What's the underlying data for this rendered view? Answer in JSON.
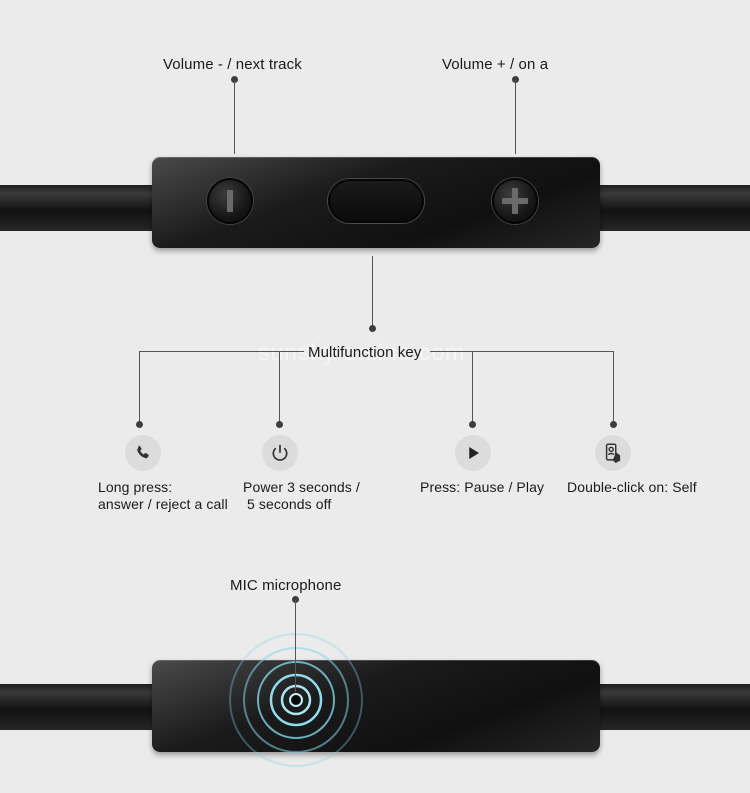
{
  "labels": {
    "vol_down": "Volume - / next track",
    "vol_up": "Volume + / on a",
    "multifunction": "Multifunction key",
    "long_press_1": "Long press:",
    "long_press_2": "answer / reject a call",
    "power_1": "Power 3 seconds /",
    "power_2": "5 seconds off",
    "press": "Press: Pause / Play",
    "double_click": "Double-click on: Self",
    "mic": "MIC microphone"
  },
  "watermark": "sunsky-online.com",
  "icons": [
    "phone-icon",
    "power-icon",
    "play-icon",
    "selfie-icon"
  ],
  "colors": {
    "background": "#ebebeb",
    "remote": "#141414",
    "mic_rings": "#7fd3e6"
  }
}
